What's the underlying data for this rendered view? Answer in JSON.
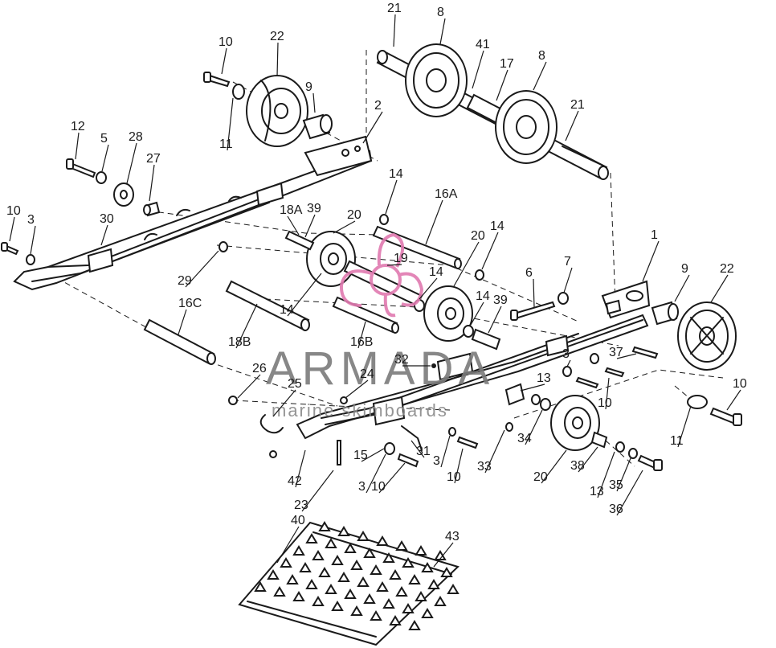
{
  "watermark": {
    "title": "ARMADA",
    "subtitle": "marine skimboards",
    "logo_color": "#e07ab0",
    "text_color": "#7b7b7b"
  },
  "callouts": [
    {
      "id": "c21a",
      "label": "21"
    },
    {
      "id": "c8a",
      "label": "8"
    },
    {
      "id": "c41",
      "label": "41"
    },
    {
      "id": "c17",
      "label": "17"
    },
    {
      "id": "c8b",
      "label": "8"
    },
    {
      "id": "c21b",
      "label": "21"
    },
    {
      "id": "c10a",
      "label": "10"
    },
    {
      "id": "c22a",
      "label": "22"
    },
    {
      "id": "c9a",
      "label": "9"
    },
    {
      "id": "c11a",
      "label": "11"
    },
    {
      "id": "c2",
      "label": "2"
    },
    {
      "id": "c12",
      "label": "12"
    },
    {
      "id": "c5",
      "label": "5"
    },
    {
      "id": "c28",
      "label": "28"
    },
    {
      "id": "c27",
      "label": "27"
    },
    {
      "id": "c14a",
      "label": "14"
    },
    {
      "id": "c16A",
      "label": "16A"
    },
    {
      "id": "c10b",
      "label": "10"
    },
    {
      "id": "c3a",
      "label": "3"
    },
    {
      "id": "c30",
      "label": "30"
    },
    {
      "id": "c18A",
      "label": "18A"
    },
    {
      "id": "c39a",
      "label": "39"
    },
    {
      "id": "c20a",
      "label": "20"
    },
    {
      "id": "c20b",
      "label": "20"
    },
    {
      "id": "c14b",
      "label": "14"
    },
    {
      "id": "c1",
      "label": "1"
    },
    {
      "id": "c9b",
      "label": "9"
    },
    {
      "id": "c22b",
      "label": "22"
    },
    {
      "id": "c29",
      "label": "29"
    },
    {
      "id": "c19",
      "label": "19"
    },
    {
      "id": "c14c",
      "label": "14"
    },
    {
      "id": "c6",
      "label": "6"
    },
    {
      "id": "c7",
      "label": "7"
    },
    {
      "id": "c14d",
      "label": "14"
    },
    {
      "id": "c14e",
      "label": "14"
    },
    {
      "id": "c39b",
      "label": "39"
    },
    {
      "id": "c16C",
      "label": "16C"
    },
    {
      "id": "c18B",
      "label": "18B"
    },
    {
      "id": "c16B",
      "label": "16B"
    },
    {
      "id": "c37",
      "label": "37"
    },
    {
      "id": "c3b",
      "label": "3"
    },
    {
      "id": "c32",
      "label": "32"
    },
    {
      "id": "c26",
      "label": "26"
    },
    {
      "id": "c24",
      "label": "24"
    },
    {
      "id": "c25",
      "label": "25"
    },
    {
      "id": "c13a",
      "label": "13"
    },
    {
      "id": "c10c",
      "label": "10"
    },
    {
      "id": "c10d",
      "label": "10"
    },
    {
      "id": "c11b",
      "label": "11"
    },
    {
      "id": "c34",
      "label": "34"
    },
    {
      "id": "c31",
      "label": "31"
    },
    {
      "id": "c15",
      "label": "15"
    },
    {
      "id": "c3c",
      "label": "3"
    },
    {
      "id": "c10e",
      "label": "10"
    },
    {
      "id": "c33",
      "label": "33"
    },
    {
      "id": "c42",
      "label": "42"
    },
    {
      "id": "c3d",
      "label": "3"
    },
    {
      "id": "c10f",
      "label": "10"
    },
    {
      "id": "c20c",
      "label": "20"
    },
    {
      "id": "c38",
      "label": "38"
    },
    {
      "id": "c13b",
      "label": "13"
    },
    {
      "id": "c35",
      "label": "35"
    },
    {
      "id": "c36",
      "label": "36"
    },
    {
      "id": "c23",
      "label": "23"
    },
    {
      "id": "c40",
      "label": "40"
    },
    {
      "id": "c43",
      "label": "43"
    }
  ]
}
